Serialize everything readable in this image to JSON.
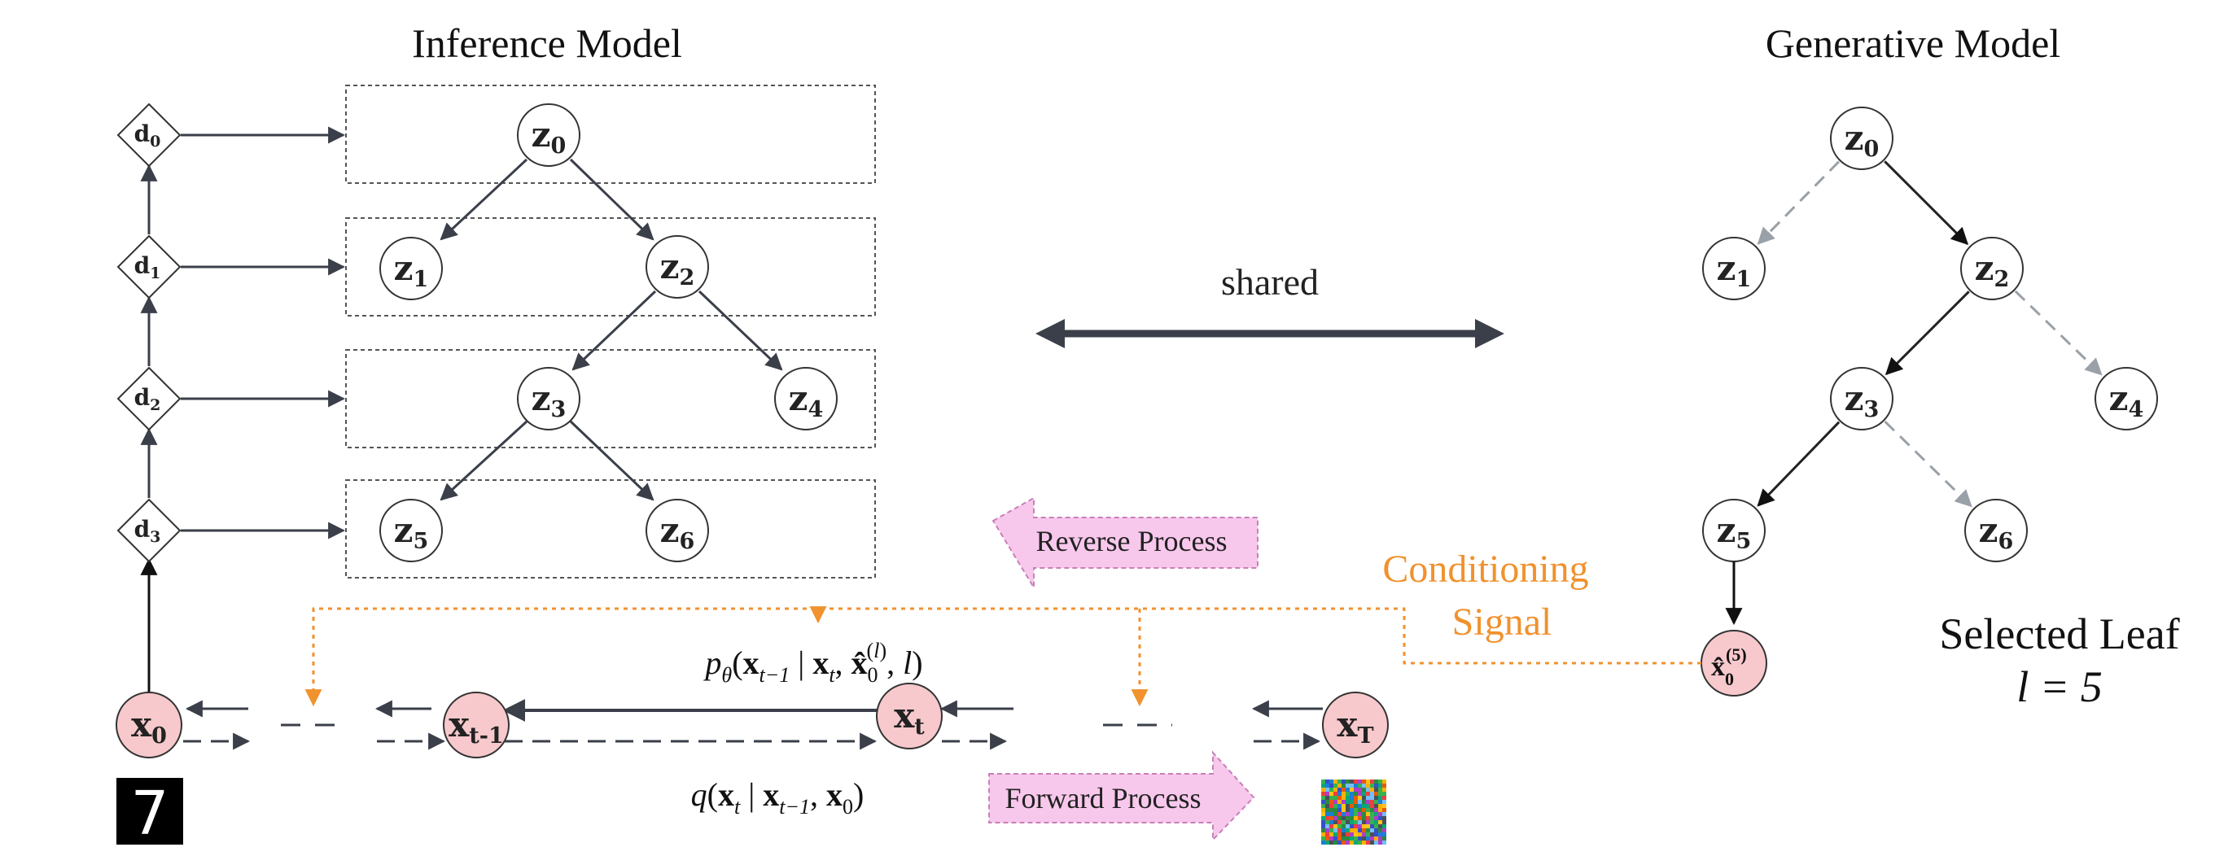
{
  "titles": {
    "inference": "Inference Model",
    "generative": "Generative Model"
  },
  "shared_label": "shared",
  "inference_nodes": [
    {
      "id": "z0",
      "base": "z",
      "sub": "0"
    },
    {
      "id": "z1",
      "base": "z",
      "sub": "1"
    },
    {
      "id": "z2",
      "base": "z",
      "sub": "2"
    },
    {
      "id": "z3",
      "base": "z",
      "sub": "3"
    },
    {
      "id": "z4",
      "base": "z",
      "sub": "4"
    },
    {
      "id": "z5",
      "base": "z",
      "sub": "5"
    },
    {
      "id": "z6",
      "base": "z",
      "sub": "6"
    }
  ],
  "d_nodes": [
    {
      "id": "d0",
      "base": "d",
      "sub": "0"
    },
    {
      "id": "d1",
      "base": "d",
      "sub": "1"
    },
    {
      "id": "d2",
      "base": "d",
      "sub": "2"
    },
    {
      "id": "d3",
      "base": "d",
      "sub": "3"
    }
  ],
  "generative_nodes": [
    {
      "id": "g0",
      "base": "z",
      "sub": "0"
    },
    {
      "id": "g1",
      "base": "z",
      "sub": "1"
    },
    {
      "id": "g2",
      "base": "z",
      "sub": "2"
    },
    {
      "id": "g3",
      "base": "z",
      "sub": "3"
    },
    {
      "id": "g4",
      "base": "z",
      "sub": "4"
    },
    {
      "id": "g5",
      "base": "z",
      "sub": "5"
    },
    {
      "id": "g6",
      "base": "z",
      "sub": "6"
    }
  ],
  "generative_edges": [
    {
      "from": "g0",
      "to": "g1",
      "selected": false
    },
    {
      "from": "g0",
      "to": "g2",
      "selected": true
    },
    {
      "from": "g2",
      "to": "g3",
      "selected": true
    },
    {
      "from": "g2",
      "to": "g4",
      "selected": false
    },
    {
      "from": "g3",
      "to": "g5",
      "selected": true
    },
    {
      "from": "g3",
      "to": "g6",
      "selected": false
    }
  ],
  "diffusion_nodes": [
    {
      "id": "x0",
      "base": "x",
      "sub": "0"
    },
    {
      "id": "xtm1",
      "base": "x",
      "sub": "t-1"
    },
    {
      "id": "xt",
      "base": "x",
      "sub": "t"
    },
    {
      "id": "xT",
      "base": "x",
      "sub": "T"
    }
  ],
  "leaf_node": {
    "base": "x̂",
    "sub": "0",
    "sup": "(5)"
  },
  "reverse_process_label": "Reverse Process",
  "forward_process_label": "Forward Process",
  "reverse_equation": "p_θ(x_{t−1} | x_t, x̂_0^{(l)}, l)",
  "forward_equation": "q(x_t | x_{t−1}, x_0)",
  "conditioning_signal": [
    "Conditioning",
    "Signal"
  ],
  "selected_leaf": {
    "line1": "Selected Leaf",
    "line2": "l = 5"
  },
  "colors": {
    "node_stroke": "#333333",
    "arrow": "#3a3f4a",
    "dashed_gray": "#9aa0a8",
    "diffusion_fill": "#f7c9cc",
    "orange": "#f0922e",
    "process_fill": "#f8c8ec",
    "process_stroke": "#c97fb8"
  },
  "icons": {
    "digit_image": "digit-seven-image",
    "noise_image": "noise-image"
  },
  "digit_value": "7"
}
